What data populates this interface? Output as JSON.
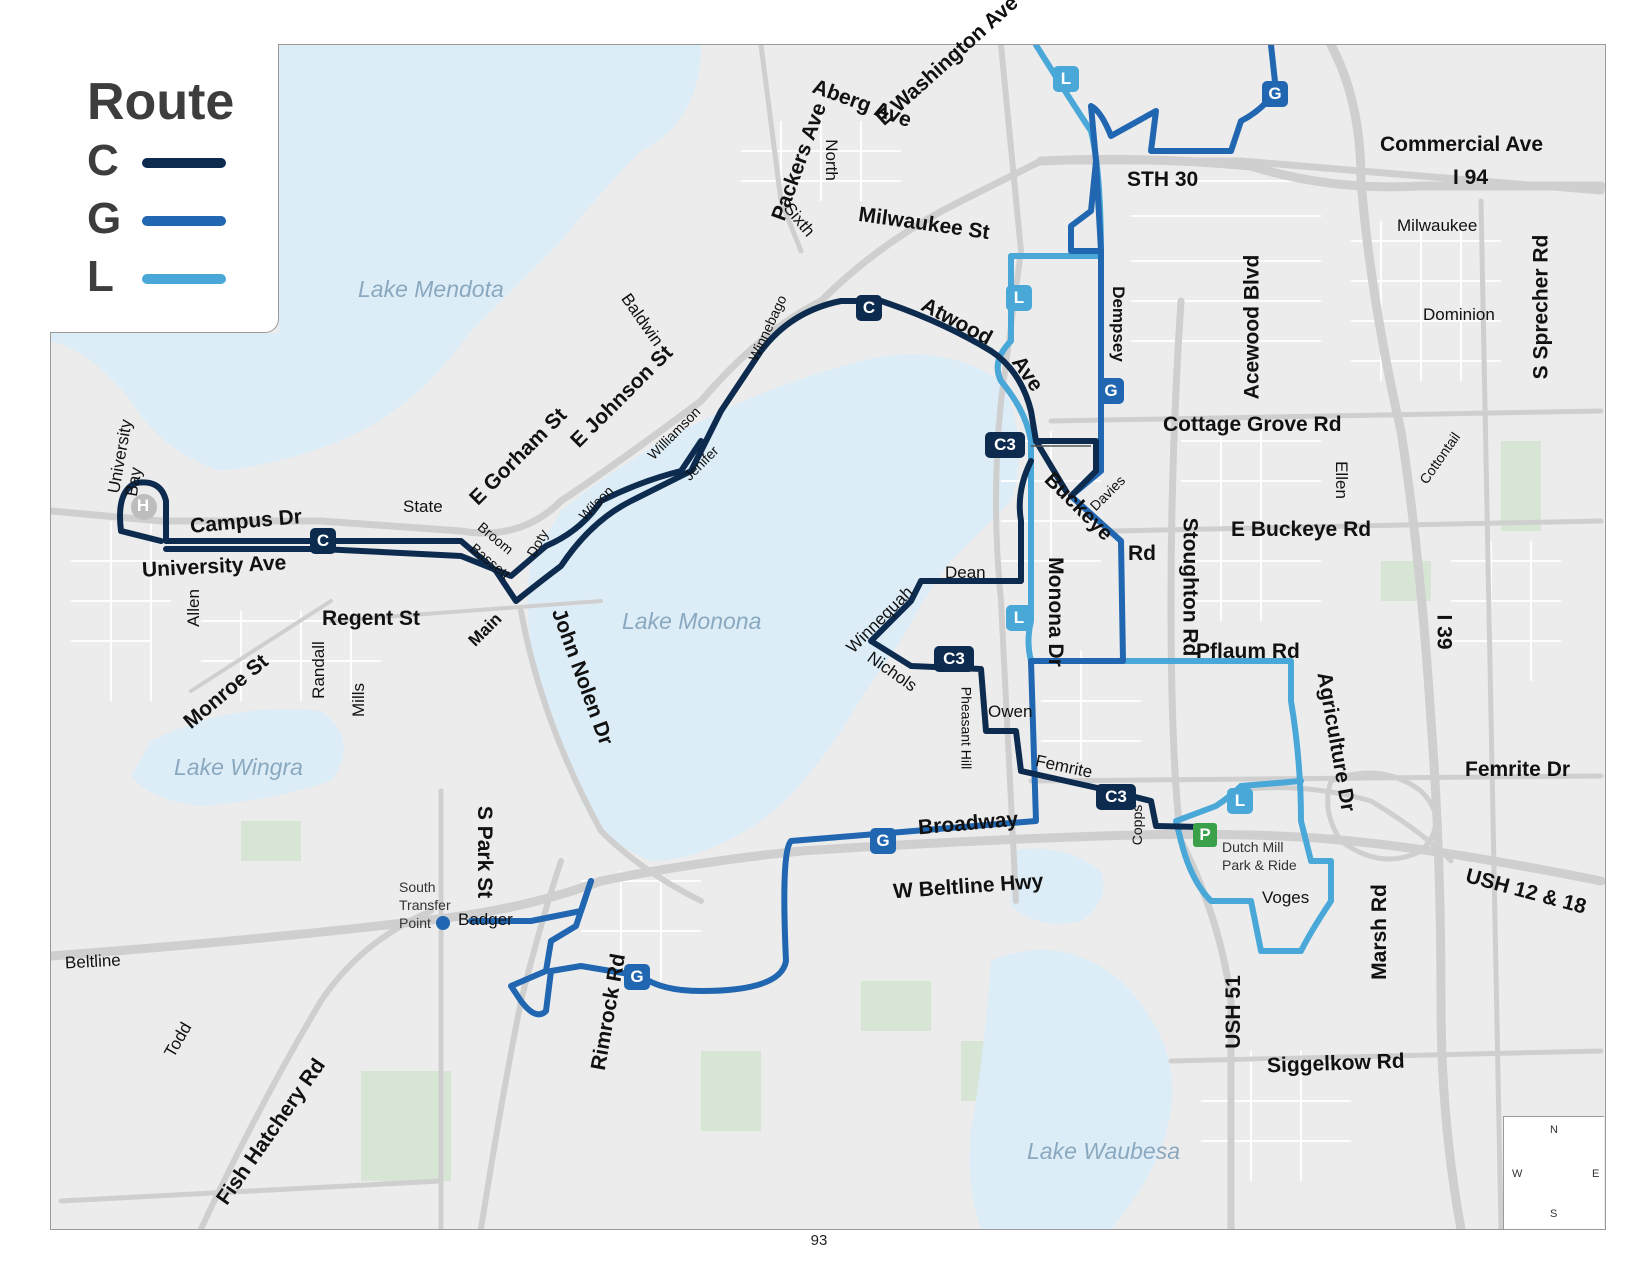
{
  "legend": {
    "title": "Route",
    "routes": [
      {
        "code": "C",
        "color": "#0d2b4e"
      },
      {
        "code": "G",
        "color": "#2166b0"
      },
      {
        "code": "L",
        "color": "#4aa8d8"
      }
    ]
  },
  "lakes": {
    "mendota": "Lake Mendota",
    "monona": "Lake Monona",
    "wingra": "Lake Wingra",
    "waubesa": "Lake Waubesa"
  },
  "roads": {
    "aberg": "Aberg Ave",
    "e_washington": "E Washington Ave",
    "packers": "Packers Ave",
    "north": "North",
    "sixth": "Sixth",
    "commercial": "Commercial Ave",
    "sth30": "STH 30",
    "i94": "I 94",
    "milwaukee_st": "Milwaukee St",
    "milwaukee": "Milwaukee",
    "dempsey": "Dempsey",
    "acewood": "Acewood Blvd",
    "dominion": "Dominion",
    "sprecher": "S Sprecher Rd",
    "baldwin": "Baldwin",
    "winnebago": "Winnebago",
    "atwood": "Atwood",
    "ave": "Ave",
    "e_johnson": "E Johnson St",
    "e_gorham": "E Gorham St",
    "williamson": "Williamson",
    "jenifer": "Jenifer",
    "cottage_grove": "Cottage Grove Rd",
    "ellen": "Ellen",
    "cottontail": "Cottontail",
    "davies": "Davies",
    "buckeye": "Buckeye",
    "rd": "Rd",
    "e_buckeye": "E Buckeye Rd",
    "stoughton": "Stoughton Rd",
    "university_bay": "University\nBay",
    "state": "State",
    "campus": "Campus Dr",
    "university_ave": "University Ave",
    "wilson": "Wilson",
    "doty": "Doty",
    "broom": "Broom",
    "bassett": "Bassett",
    "main": "Main",
    "allen": "Allen",
    "regent": "Regent St",
    "monroe": "Monroe St",
    "randall": "Randall",
    "mills": "Mills",
    "john_nolen": "John Nolen Dr",
    "dean": "Dean",
    "winnequah": "Winnequah",
    "nichols": "Nichols",
    "monona_dr": "Monona Dr",
    "pleasant_hill": "Pheasant Hill",
    "owen": "Owen",
    "pflaum": "Pflaum Rd",
    "i39": "I 39",
    "agriculture": "Agriculture Dr",
    "femrite": "Femrite",
    "femrite_dr": "Femrite Dr",
    "copps": "Copps",
    "broadway": "Broadway",
    "s_park": "S Park St",
    "beltline_hwy": "W Beltline Hwy",
    "usf12": "USH 12 & 18",
    "voges": "Voges",
    "marsh": "Marsh Rd",
    "badger": "Badger",
    "beltline": "Beltline",
    "rimrock": "Rimrock Rd",
    "todd": "Todd",
    "fish_hatchery": "Fish Hatchery Rd",
    "ush51": "USH 51",
    "siggelkow": "Siggelkow Rd"
  },
  "badges": {
    "c": "C",
    "c3": "C3",
    "g": "G",
    "l": "L",
    "hospital": "H"
  },
  "places": {
    "south_transfer": "South\nTransfer\nPoint",
    "park_ride_letter": "P",
    "dutch_mill": "Dutch Mill\nPark & Ride"
  },
  "compass": {
    "n": "N",
    "s": "S",
    "e": "E",
    "w": "W"
  },
  "page_number": "93"
}
